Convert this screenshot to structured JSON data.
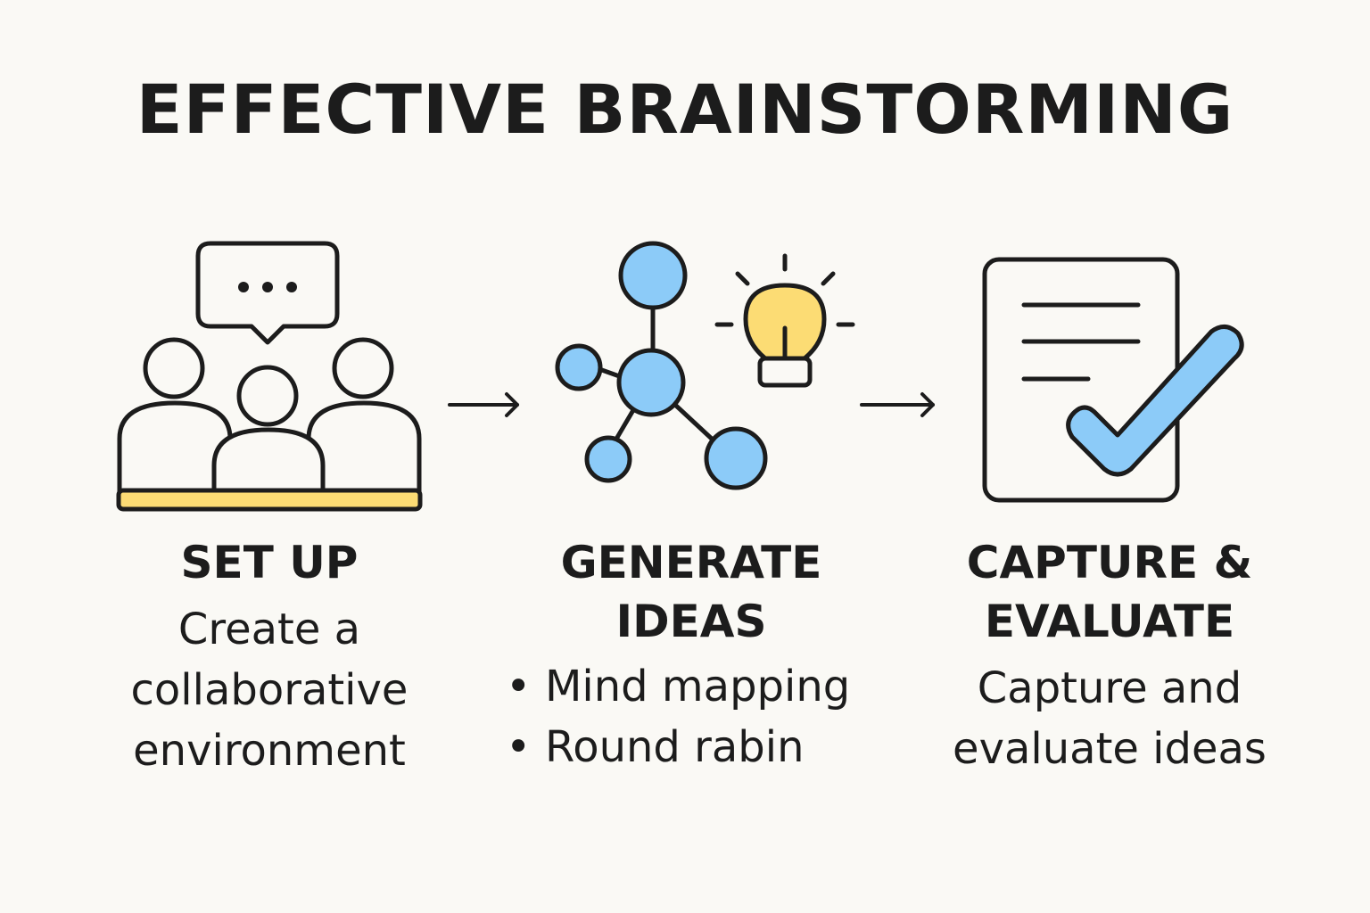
{
  "title": "EFFECTIVE BRAINSTORMING",
  "colors": {
    "background": "#faf9f5",
    "stroke": "#1c1c1c",
    "blue": "#8ccbf8",
    "yellow": "#fcdc74"
  },
  "steps": [
    {
      "icon": "people-chat-icon",
      "heading_line1": "SET UP",
      "description_lines": [
        "Create a",
        "collaborative",
        "environment"
      ]
    },
    {
      "icon": "mind-map-lightbulb-icon",
      "heading_line1": "GENERATE",
      "heading_line2": "IDEAS",
      "bullets": [
        "Mind mapping",
        "Round rabin"
      ]
    },
    {
      "icon": "document-checkmark-icon",
      "heading_line1": "CAPTURE &",
      "heading_line2": "EVALUATE",
      "description_lines": [
        "Capture and",
        "evaluate ideas"
      ]
    }
  ]
}
